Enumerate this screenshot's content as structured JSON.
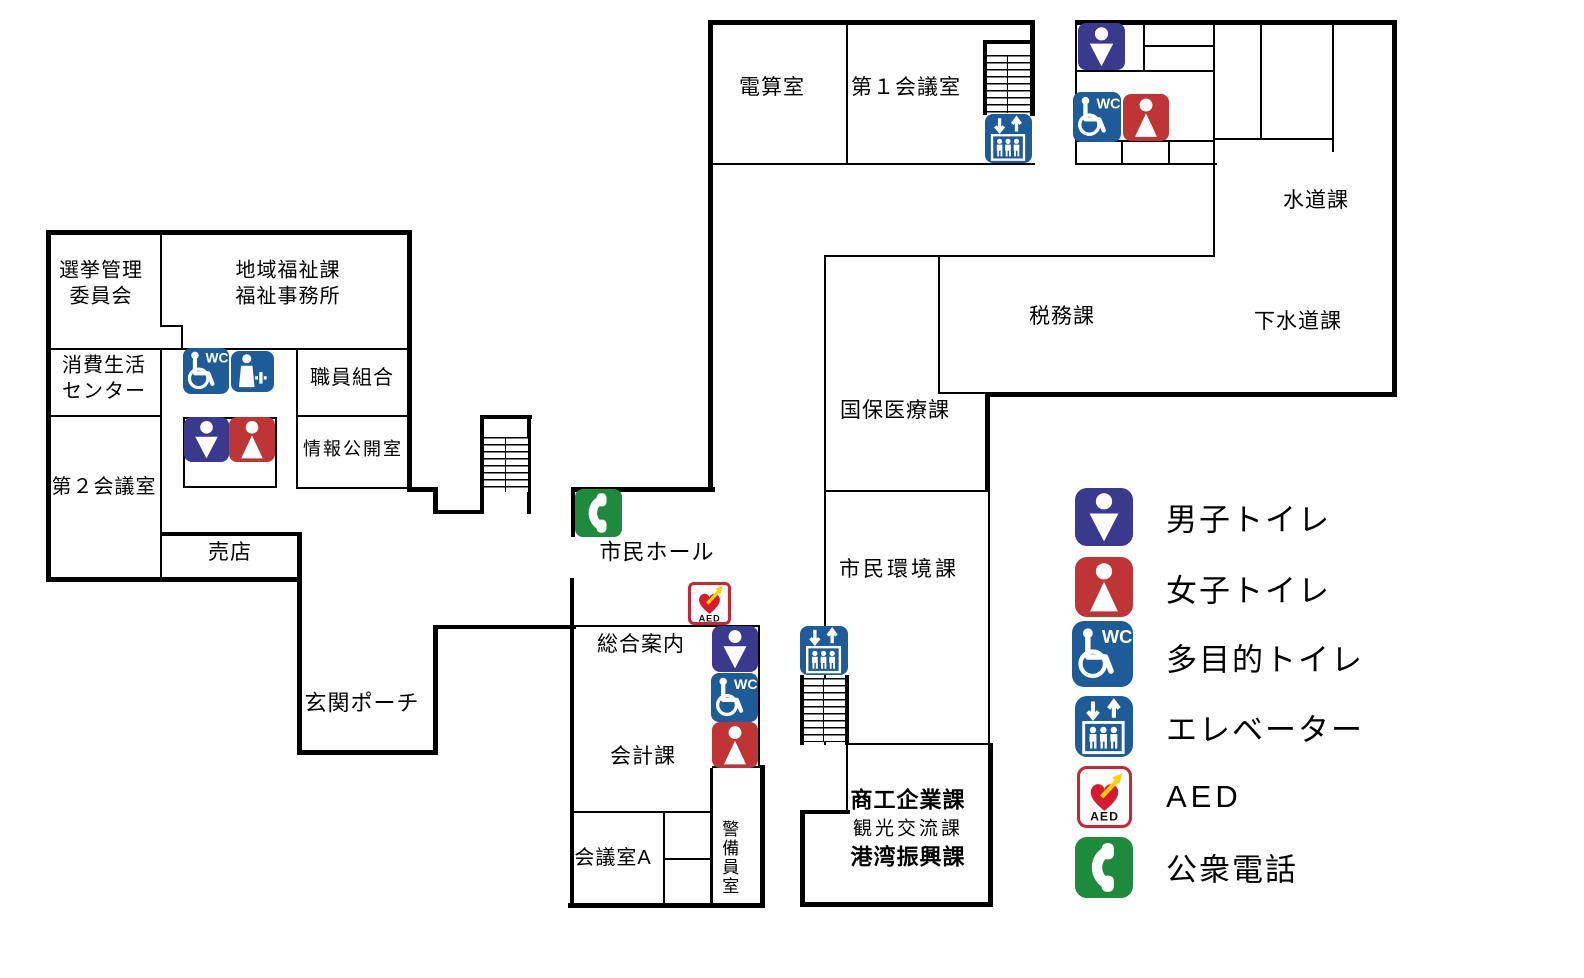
{
  "app": {
    "type": "city-hall-floor-map"
  },
  "colors": {
    "male_blue": "#39398e",
    "female_red": "#bf3434",
    "facility_blue": "#1d5c99",
    "phone_green": "#1e8a3b",
    "aed_border_red": "#cc2433",
    "aed_heart_red": "#d61a30",
    "aed_bolt_yellow": "#fdd000",
    "wall_black": "#000000"
  },
  "rooms": {
    "densan": {
      "label": "電算室"
    },
    "kaigi1": {
      "label": "第１会議室"
    },
    "suido": {
      "label": "水道課"
    },
    "gesuido": {
      "label": "下水道課"
    },
    "zeimu": {
      "label": "税務課"
    },
    "kokuho": {
      "label": "国保医療課"
    },
    "kankyo": {
      "label": "市民環境課"
    },
    "senkyo": {
      "label": "選挙管理\n委員会"
    },
    "chiiki": {
      "label": "地域福祉課\n福祉事務所"
    },
    "shohi": {
      "label": "消費生活\nセンター"
    },
    "shokuin": {
      "label": "職員組合"
    },
    "joho": {
      "label": "情報公開室"
    },
    "kaigi2": {
      "label": "第２会議室"
    },
    "baiten": {
      "label": "売店"
    },
    "genkan": {
      "label": "玄関ポーチ"
    },
    "hall": {
      "label": "市民ホール"
    },
    "sogo": {
      "label": "総合案内"
    },
    "kaikei": {
      "label": "会計課"
    },
    "kaigiA": {
      "label": "会議室A"
    },
    "keibi": {
      "label": "警備員室"
    },
    "shoko": {
      "label": "商工企業課"
    },
    "kanko": {
      "label": "観光交流課"
    },
    "kowan": {
      "label": "港湾振興課"
    }
  },
  "legend": {
    "items": [
      {
        "name": "male-toilet",
        "label": "男子トイレ"
      },
      {
        "name": "female-toilet",
        "label": "女子トイレ"
      },
      {
        "name": "accessible-toilet",
        "label": "多目的トイレ"
      },
      {
        "name": "elevator",
        "label": "エレベーター"
      },
      {
        "name": "aed",
        "label": "AED"
      },
      {
        "name": "public-phone",
        "label": "公衆電話"
      }
    ]
  },
  "icon_text": {
    "wc": "WC",
    "aed": "AED"
  }
}
